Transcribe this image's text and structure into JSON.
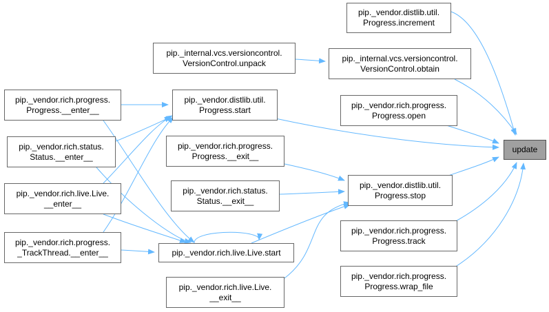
{
  "graph": {
    "edge_color": "#63b8ff",
    "focus_node_fill": "#a0a0a0",
    "nodes": {
      "update": {
        "lines": [
          "update"
        ]
      },
      "increment": {
        "lines": [
          "pip._vendor.distlib.util.",
          "Progress.increment"
        ]
      },
      "vcs_unpack": {
        "lines": [
          "pip._internal.vcs.versioncontrol.",
          "VersionControl.unpack"
        ]
      },
      "vcs_obtain": {
        "lines": [
          "pip._internal.vcs.versioncontrol.",
          "VersionControl.obtain"
        ]
      },
      "rp_enter": {
        "lines": [
          "pip._vendor.rich.progress.",
          "Progress.__enter__"
        ]
      },
      "du_start": {
        "lines": [
          "pip._vendor.distlib.util.",
          "Progress.start"
        ]
      },
      "rp_open": {
        "lines": [
          "pip._vendor.rich.progress.",
          "Progress.open"
        ]
      },
      "rs_enter": {
        "lines": [
          "pip._vendor.rich.status.",
          "Status.__enter__"
        ]
      },
      "rp_exit": {
        "lines": [
          "pip._vendor.rich.progress.",
          "Progress.__exit__"
        ]
      },
      "rl_enter": {
        "lines": [
          "pip._vendor.rich.live.Live.",
          "__enter__"
        ]
      },
      "rs_exit": {
        "lines": [
          "pip._vendor.rich.status.",
          "Status.__exit__"
        ]
      },
      "du_stop": {
        "lines": [
          "pip._vendor.distlib.util.",
          "Progress.stop"
        ]
      },
      "rp_track": {
        "lines": [
          "pip._vendor.rich.progress.",
          "Progress.track"
        ]
      },
      "tt_enter": {
        "lines": [
          "pip._vendor.rich.progress.",
          "_TrackThread.__enter__"
        ]
      },
      "rl_start": {
        "lines": [
          "pip._vendor.rich.live.Live.start"
        ]
      },
      "wrap_file": {
        "lines": [
          "pip._vendor.rich.progress.",
          "Progress.wrap_file"
        ]
      },
      "rl_exit": {
        "lines": [
          "pip._vendor.rich.live.Live.",
          "__exit__"
        ]
      }
    },
    "edges": [
      [
        "increment",
        "update"
      ],
      [
        "vcs_obtain",
        "update"
      ],
      [
        "du_start",
        "update"
      ],
      [
        "rp_open",
        "update"
      ],
      [
        "du_stop",
        "update"
      ],
      [
        "rp_track",
        "update"
      ],
      [
        "wrap_file",
        "update"
      ],
      [
        "vcs_unpack",
        "vcs_obtain"
      ],
      [
        "rp_enter",
        "du_start"
      ],
      [
        "rs_enter",
        "du_start"
      ],
      [
        "rl_enter",
        "du_start"
      ],
      [
        "tt_enter",
        "du_start"
      ],
      [
        "rp_exit",
        "du_stop"
      ],
      [
        "rs_exit",
        "du_stop"
      ],
      [
        "rl_start",
        "du_stop"
      ],
      [
        "rl_exit",
        "du_stop"
      ],
      [
        "rp_enter",
        "rl_start"
      ],
      [
        "rs_enter",
        "rl_start"
      ],
      [
        "rl_enter",
        "rl_start"
      ],
      [
        "tt_enter",
        "rl_start"
      ],
      [
        "rl_start",
        "rl_start"
      ]
    ]
  }
}
